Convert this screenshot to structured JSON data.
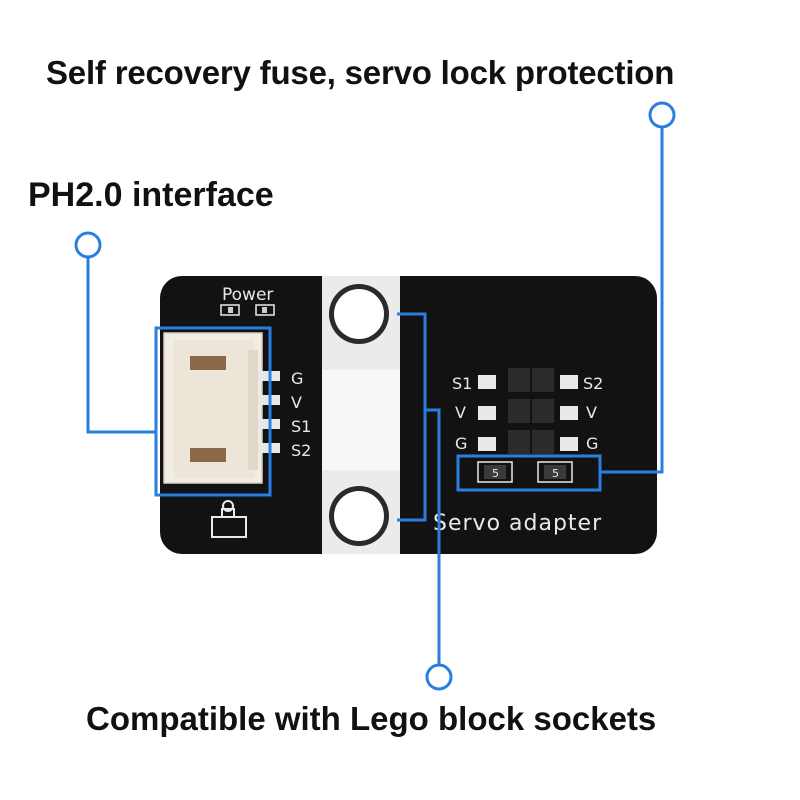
{
  "callouts": {
    "fuse": "Self recovery fuse, servo lock protection",
    "interface": "PH2.0 interface",
    "lego": "Compatible with Lego block sockets"
  },
  "board": {
    "power_label": "Power",
    "left_pins": [
      "G",
      "V",
      "S1",
      "S2"
    ],
    "right_header": {
      "left_labels": [
        "S1",
        "V",
        "G"
      ],
      "right_labels": [
        "S2",
        "V",
        "G"
      ]
    },
    "title": "Servo adapter",
    "fuse_labels": [
      "5",
      "5"
    ]
  },
  "colors": {
    "accent": "#2a7de1",
    "pcb": "#121212",
    "silkscreen": "#e9e9e9",
    "connector": "#f2ece2"
  },
  "icons": [
    "servo-icon",
    "lego-hole-icon",
    "callout-marker-icon"
  ]
}
